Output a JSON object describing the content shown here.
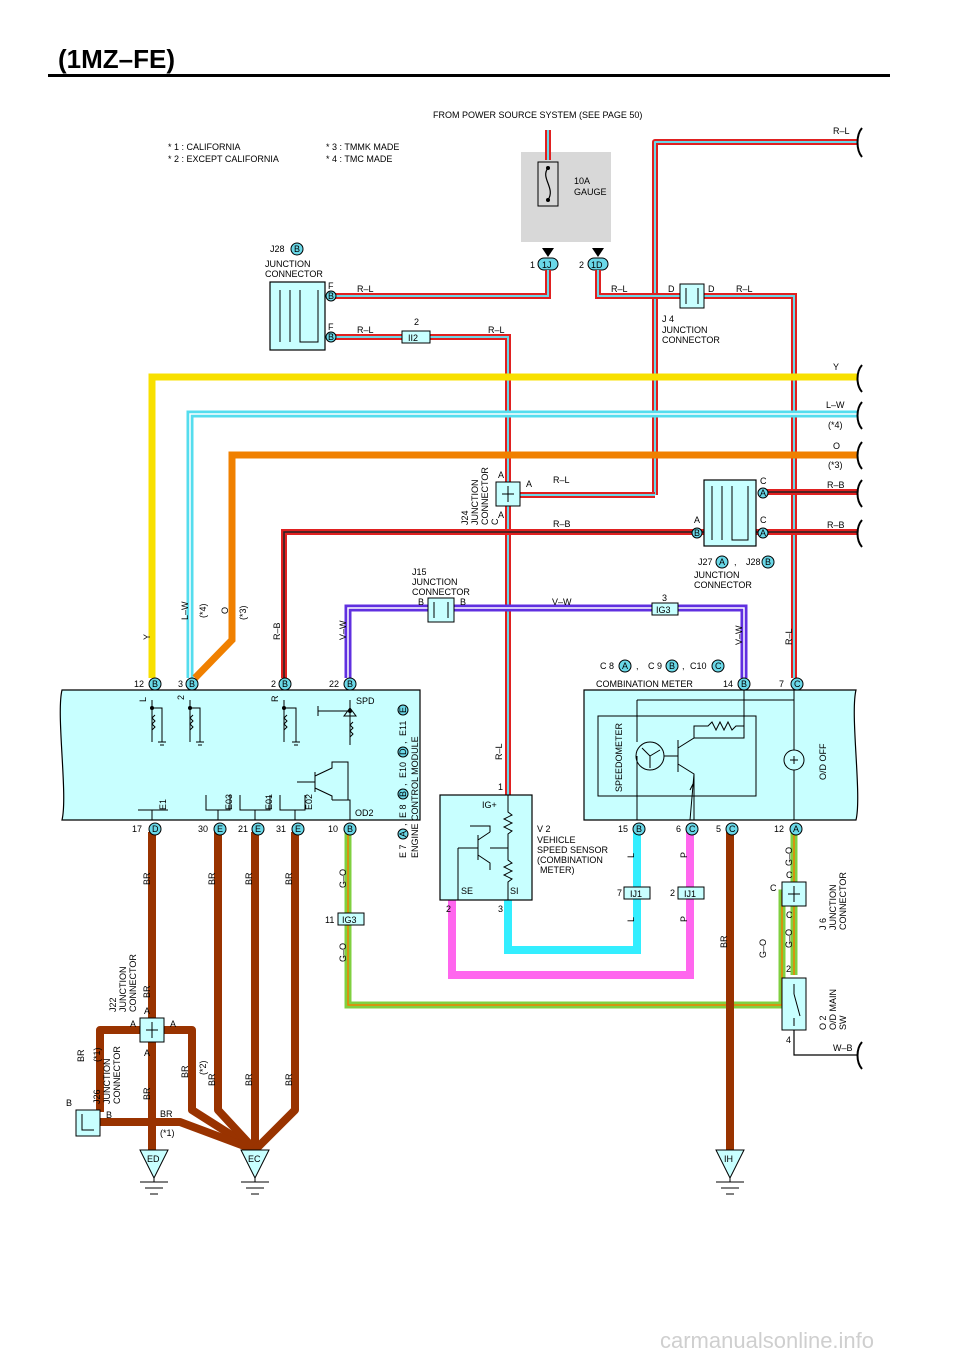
{
  "title": "(1MZ–FE)",
  "power_source": "FROM POWER SOURCE SYSTEM (SEE PAGE 50)",
  "notes": [
    "* 1 : CALIFORNIA",
    "* 2 : EXCEPT CALIFORNIA",
    "* 3 : TMMK MADE",
    "* 4 : TMC MADE"
  ],
  "fuse": {
    "rating": "10A",
    "name": "GAUGE",
    "pin_left": "1",
    "conn_left": "1J",
    "pin_right": "2",
    "conn_right": "1D"
  },
  "connectors": {
    "j28": {
      "code": "J28",
      "letter": "B",
      "label1": "JUNCTION",
      "label2": "CONNECTOR",
      "pin_top": "F",
      "pin_bottom": "F",
      "letter_top": "B",
      "letter_bottom": "B"
    },
    "j4": {
      "code": "J 4",
      "label1": "JUNCTION",
      "label2": "CONNECTOR",
      "pin_left": "D",
      "pin_right": "D"
    },
    "ii2": {
      "pin": "2",
      "code": "II2"
    },
    "j24": {
      "code": "J24",
      "letter": "C",
      "label1": "JUNCTION",
      "label2": "CONNECTOR",
      "pin_a1": "A",
      "pin_a2": "A",
      "pin_a3": "A"
    },
    "j27": {
      "code": "J27",
      "letter1": "A",
      "code2": "J28",
      "letter2": "B",
      "label1": "JUNCTION",
      "label2": "CONNECTOR",
      "pin_c1": "C",
      "pin_a1": "A",
      "pin_a2": "A",
      "pin_b": "B",
      "pin_c2": "C",
      "pin_a3": "A",
      "sep": ","
    },
    "j15": {
      "code": "J15",
      "label1": "JUNCTION",
      "label2": "CONNECTOR",
      "pin_left": "B",
      "pin_right": "B"
    },
    "ig3_top": {
      "pin": "3",
      "code": "IG3"
    },
    "ig3_bottom": {
      "pin": "11",
      "code": "IG3"
    },
    "ij1_l": {
      "pin": "7",
      "code": "IJ1"
    },
    "ij1_r": {
      "pin": "2",
      "code": "IJ1"
    },
    "j6": {
      "code": "J 6",
      "label1": "JUNCTION",
      "label2": "CONNECTOR",
      "pin1": "C",
      "pin2": "C",
      "pin3": "C"
    },
    "j22": {
      "code": "J22",
      "label1": "JUNCTION",
      "label2": "CONNECTOR",
      "pin1": "A",
      "pin2": "A",
      "pin3": "A",
      "pin4": "A"
    },
    "j26": {
      "code": "J26",
      "note": "(*1)",
      "label1": "JUNCTION",
      "label2": "CONNECTOR",
      "pin1": "B",
      "pin2": "B"
    }
  },
  "wires": {
    "rl": "R–L",
    "y": "Y",
    "lw": "L–W",
    "o": "O",
    "rb": "R–B",
    "vw": "V–W",
    "go": "G–O",
    "br": "BR",
    "l": "L",
    "p": "P",
    "wb": "W–B",
    "r": "R",
    "n4": "(*4)",
    "n3": "(*3)",
    "n2": "(*2)",
    "n1": "(*1)"
  },
  "ecm": {
    "name": "ENGINE CONTROL MODULE",
    "codes": [
      "E 7",
      "A",
      "E 8",
      "B",
      "E10",
      "D",
      "E11",
      "E"
    ],
    "pins_top": [
      {
        "num": "12",
        "letter": "B"
      },
      {
        "num": "3",
        "letter": "B"
      },
      {
        "num": "2",
        "letter": "B"
      },
      {
        "num": "22",
        "letter": "B"
      }
    ],
    "pins_bottom": [
      {
        "num": "17",
        "letter": "D"
      },
      {
        "num": "30",
        "letter": "E"
      },
      {
        "num": "21",
        "letter": "E"
      },
      {
        "num": "31",
        "letter": "E"
      },
      {
        "num": "10",
        "letter": "B"
      }
    ],
    "internal": {
      "l": "L",
      "two": "2",
      "r": "R",
      "spd": "SPD",
      "e1": "E1",
      "e03": "E03",
      "e01": "E01",
      "e02": "E02",
      "od2": "OD2"
    }
  },
  "meter": {
    "codes": [
      "C 8",
      "A",
      "C 9",
      "B",
      "C10",
      "C"
    ],
    "sep": ",",
    "name": "COMBINATION METER",
    "speedometer": "SPEEDOMETER",
    "od_off": "O/D OFF",
    "pins_top": [
      {
        "num": "14",
        "letter": "B"
      },
      {
        "num": "7",
        "letter": "C"
      }
    ],
    "pins_bottom": [
      {
        "num": "15",
        "letter": "B"
      },
      {
        "num": "6",
        "letter": "C"
      },
      {
        "num": "5",
        "letter": "C"
      },
      {
        "num": "12",
        "letter": "A"
      }
    ]
  },
  "sensor": {
    "code": "V 2",
    "name1": "VEHICLE",
    "name2": "SPEED SENSOR",
    "name3": "(COMBINATION",
    "name4": "METER)",
    "ig": "IG+",
    "se": "SE",
    "si": "SI",
    "pin1": "1",
    "pin2": "2",
    "pin3": "3"
  },
  "od_switch": {
    "code": "O 2",
    "name1": "O/D MAIN",
    "name2": "SW",
    "pin_top": "2",
    "pin_bottom": "4"
  },
  "grounds": [
    "ED",
    "EC",
    "IH"
  ],
  "watermark": "carmanualsonline.info",
  "colors": {
    "red": "#e02020",
    "blue": "#6ad8e8",
    "yellow": "#f8e000",
    "orange": "#f08000",
    "violet": "#6030e0",
    "brown": "#993300",
    "pink": "#ff66ee",
    "green": "#80d040",
    "box": "#c8ffff",
    "fuse_bg": "#d8d8d8"
  }
}
